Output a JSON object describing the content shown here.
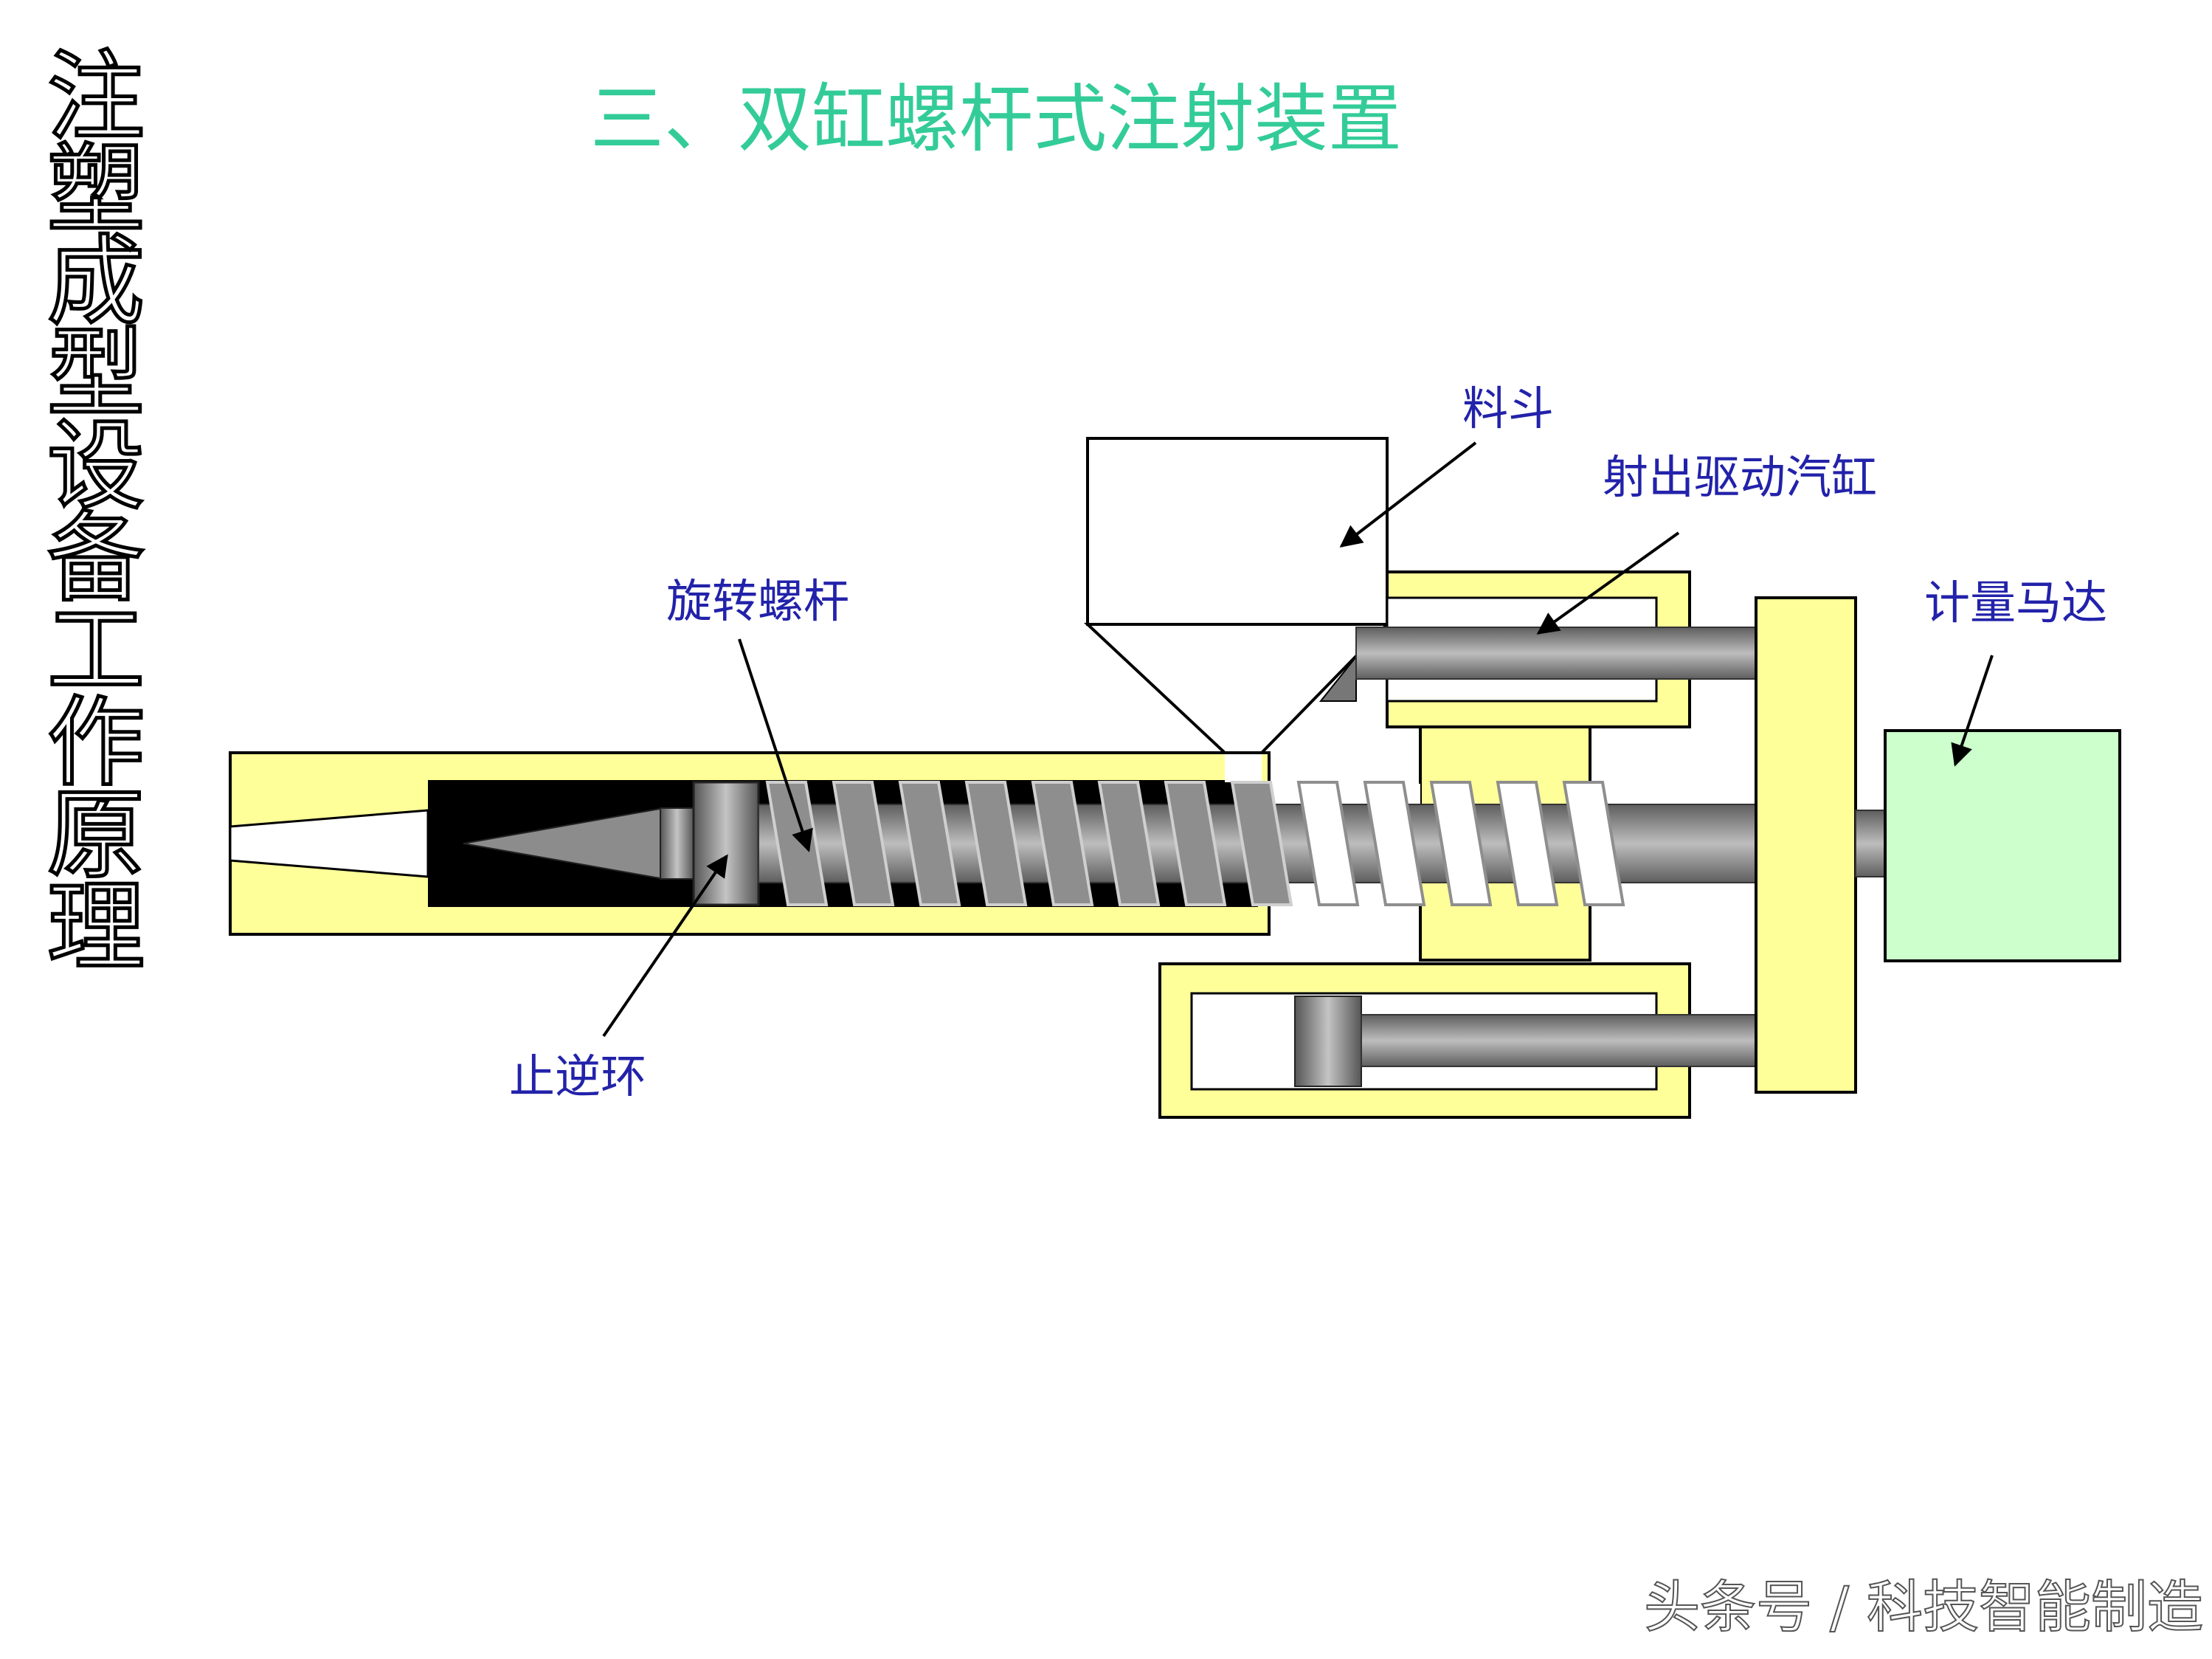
{
  "side_title": [
    "注",
    "塑",
    "成",
    "型",
    "设",
    "备",
    "工",
    "作",
    "原",
    "理"
  ],
  "slide_title": "三、双缸螺杆式注射装置",
  "labels": {
    "hopper": "料斗",
    "injection_cylinder": "射出驱动汽缸",
    "metering_motor": "计量马达",
    "rotating_screw": "旋转螺杆",
    "check_ring": "止逆环"
  },
  "watermark": "头条号 / 科技智能制造",
  "colors": {
    "title": "#33cc99",
    "label": "#2222aa",
    "barrel": "#ffff99",
    "metal": "#888888",
    "motor": "#ccffcc",
    "bore": "#000000"
  }
}
